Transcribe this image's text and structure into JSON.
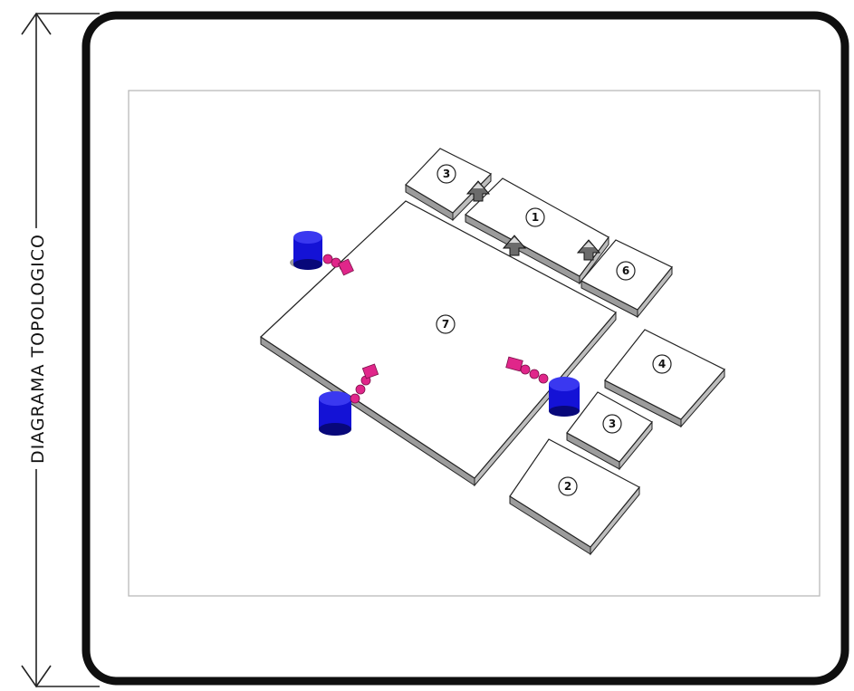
{
  "diagram": {
    "side_label": "DIAGRAMA TOPOLOGICO",
    "colors": {
      "frame": "#0f0f0f",
      "drawing_border": "#b9b9b9",
      "block_top": "#ffffff",
      "block_side": "#9c9c9c",
      "block_edge": "#222222",
      "tank": "#1412d6",
      "tank_shadow": "#08087a",
      "pipe": "#e0268a",
      "valve": "#555555"
    },
    "blocks": [
      {
        "id": "block-1",
        "label": "1"
      },
      {
        "id": "block-2",
        "label": "2"
      },
      {
        "id": "block-3-top",
        "label": "3"
      },
      {
        "id": "block-3-bottom",
        "label": "3"
      },
      {
        "id": "block-4",
        "label": "4"
      },
      {
        "id": "block-6",
        "label": "6"
      },
      {
        "id": "block-7",
        "label": "7"
      }
    ],
    "tanks": [
      "tank-top-left",
      "tank-bottom-left",
      "tank-right"
    ],
    "icons": [
      "arrow-up-down-icon",
      "tank-icon",
      "pipe-connector-icon",
      "valve-icon"
    ]
  }
}
